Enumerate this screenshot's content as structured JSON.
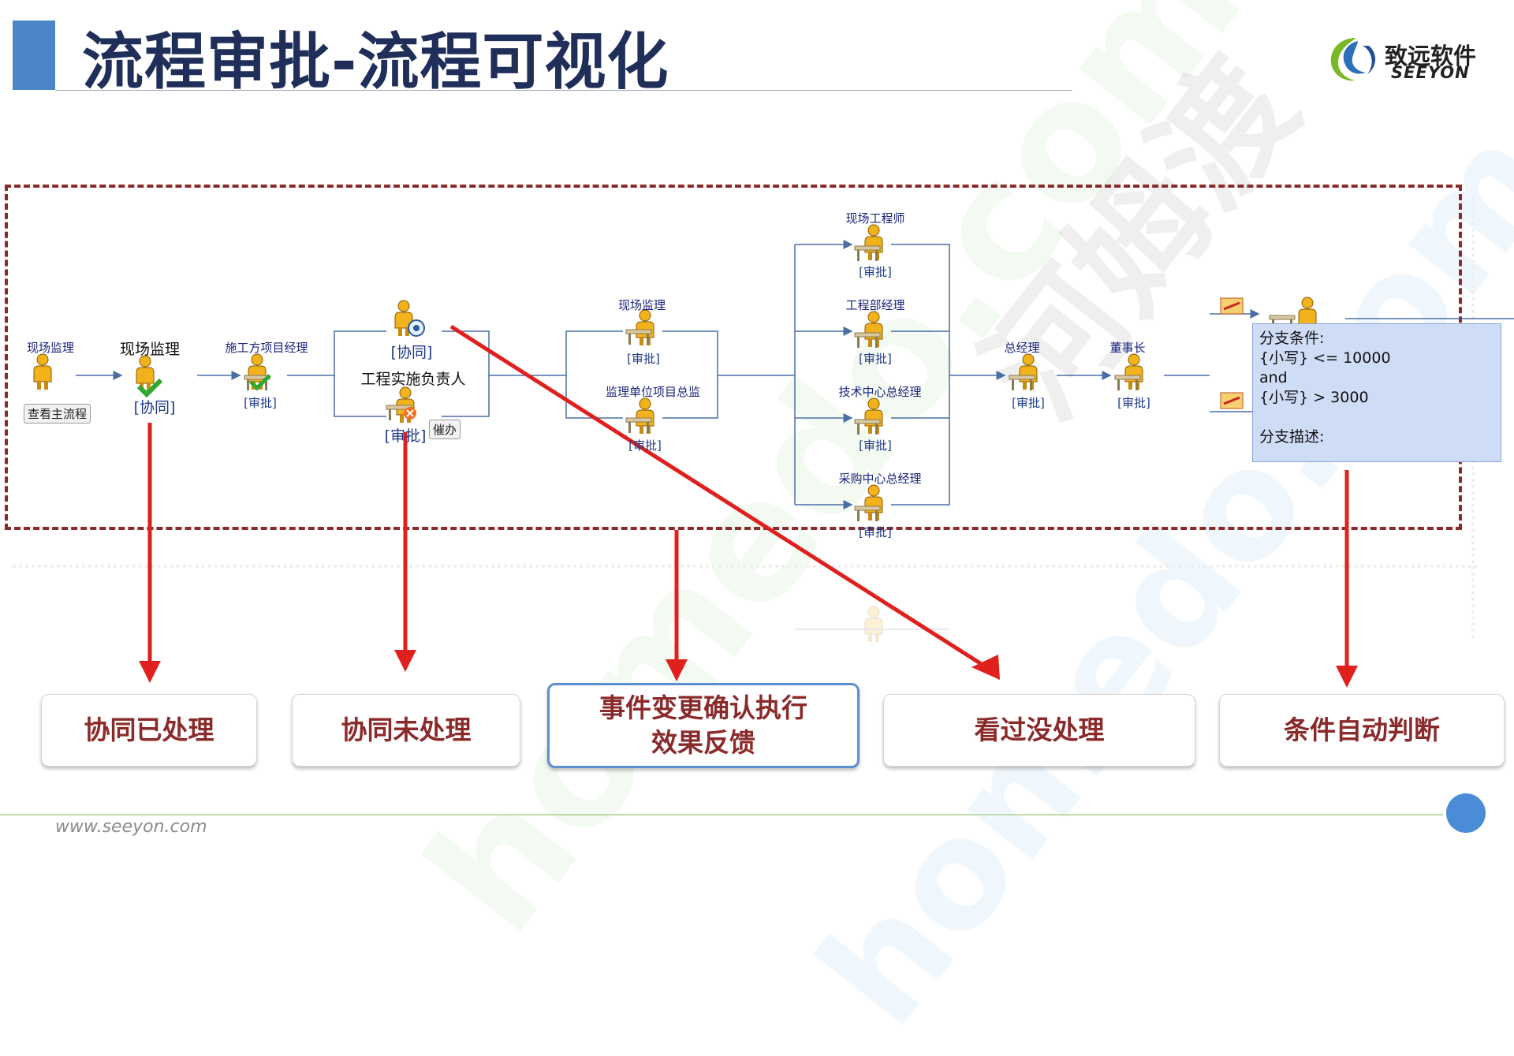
{
  "header": {
    "title": "流程审批-流程可视化",
    "logo_cn": "致远软件",
    "logo_en": "SEEYON"
  },
  "watermark": {
    "text1": "homedo.com",
    "text2": "homedo.com",
    "text3": "河姆渡"
  },
  "flow": {
    "nodes": {
      "n1_name": "现场监理",
      "n1_button": "查看主流程",
      "n2_name": "现场监理",
      "n2_tag": "[协同]",
      "n3_name": "施工方项目经理",
      "n3_tag": "[审批]",
      "n4_tag": "[协同]",
      "n4b_name": "工程实施负责人",
      "n4b_tag": "[审批]",
      "n4b_button": "催办",
      "n5a_name": "现场监理",
      "n5a_tag": "[审批]",
      "n5b_name": "监理单位项目总监",
      "n5b_tag": "[审批]",
      "n6a_name": "现场工程师",
      "n6a_tag": "[审批]",
      "n6b_name": "工程部经理",
      "n6b_tag": "[审批]",
      "n6c_name": "技术中心总经理",
      "n6c_tag": "[审批]",
      "n6d_name": "采购中心总经理",
      "n6d_tag": "[审批]",
      "n7_name": "总经理",
      "n7_tag": "[审批]",
      "n8_name": "董事长",
      "n8_tag": "[审批]"
    },
    "tooltip": {
      "line1": "分支条件:",
      "line2": "{小写} <= 10000",
      "line3": "and",
      "line4": "{小写} > 3000",
      "line5": "分支描述:"
    }
  },
  "callouts": {
    "box1": "协同已处理",
    "box2": "协同未处理",
    "box3_line1": "事件变更确认执行",
    "box3_line2": "效果反馈",
    "box4": "看过没处理",
    "box5": "条件自动判断"
  },
  "footer": {
    "url": "www.seeyon.com"
  },
  "colors": {
    "accent": "#4a86c8",
    "title": "#1f2f5a",
    "frame": "#8b2a2a",
    "arrow": "#e0201e",
    "callout_text": "#8b2a2a",
    "highlight_border": "#5b8fd0",
    "tooltip_bg": "#cfdcf6"
  }
}
